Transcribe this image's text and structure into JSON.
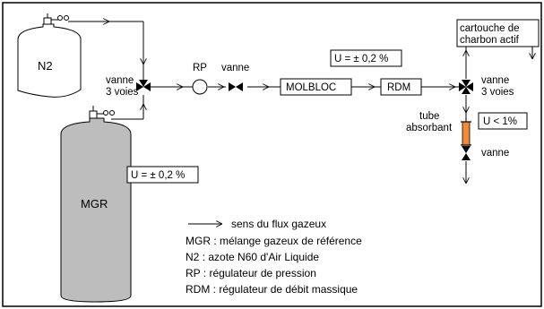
{
  "cylinders": {
    "n2": "N2",
    "mgr": "MGR"
  },
  "labels": {
    "vanne_3_voies_left_1": "vanne",
    "vanne_3_voies_left_2": "3 voies",
    "rp": "RP",
    "vanne_mid": "vanne",
    "molbloc": "MOLBLOC",
    "rdm": "RDM",
    "uncertainty_top": "U = ± 0,2 %",
    "uncertainty_mgr": "U = ± 0,2 %",
    "cartouche_1": "cartouche de",
    "cartouche_2": "charbon actif",
    "vanne_3_voies_right_1": "vanne",
    "vanne_3_voies_right_2": "3 voies",
    "tube_1": "tube",
    "tube_2": "absorbant",
    "uncertainty_tube": "U < 1%",
    "vanne_bottom": "vanne"
  },
  "legend": {
    "flux": "sens du flux gazeux",
    "mgr": "MGR : mélange gazeux de référence",
    "n2": "N2 : azote N60 d'Air Liquide",
    "rp": "RP : régulateur de pression",
    "rdm": "RDM : régulateur de débit massique"
  },
  "colors": {
    "mgr_cylinder": "#bdbdbd",
    "tube_absorbant": "#f28a3a"
  }
}
